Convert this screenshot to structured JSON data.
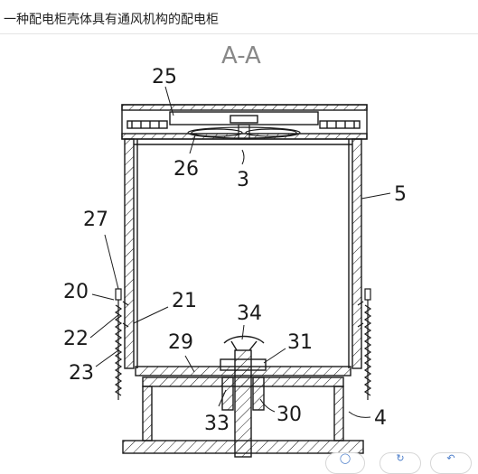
{
  "page": {
    "title": "一种配电柜壳体具有通风机构的配电柜"
  },
  "figure": {
    "section_label": "A-A",
    "callouts": [
      {
        "id": "25",
        "text": "25"
      },
      {
        "id": "26",
        "text": "26"
      },
      {
        "id": "3",
        "text": "3"
      },
      {
        "id": "5",
        "text": "5"
      },
      {
        "id": "27",
        "text": "27"
      },
      {
        "id": "20",
        "text": "20"
      },
      {
        "id": "21",
        "text": "21"
      },
      {
        "id": "22",
        "text": "22"
      },
      {
        "id": "23",
        "text": "23"
      },
      {
        "id": "29",
        "text": "29"
      },
      {
        "id": "34",
        "text": "34"
      },
      {
        "id": "31",
        "text": "31"
      },
      {
        "id": "33",
        "text": "33"
      },
      {
        "id": "30",
        "text": "30"
      },
      {
        "id": "4",
        "text": "4"
      }
    ]
  },
  "controls": {
    "icons": [
      "zoom-icon",
      "rotate-icon",
      "back-icon"
    ]
  },
  "colors": {
    "line": "#1a1a1a",
    "divider": "#e4e4e4",
    "control_icon": "#4a7cc9"
  }
}
